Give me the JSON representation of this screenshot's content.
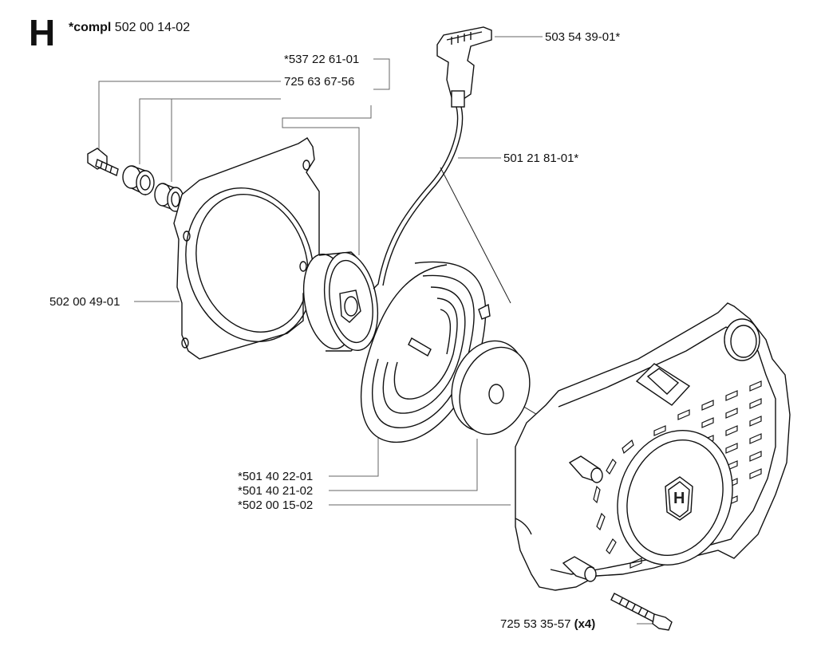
{
  "section": {
    "letter": "H",
    "compl_prefix": "*compl",
    "compl_number": "502 00 14-02"
  },
  "parts": [
    {
      "id": "p1",
      "number": "*537 22 61-01"
    },
    {
      "id": "p2",
      "number": "725 63 67-56"
    },
    {
      "id": "p3",
      "number": "503 54 39-01*"
    },
    {
      "id": "p4",
      "number": "501 21 81-01*"
    },
    {
      "id": "p5",
      "number": "502 00 49-01"
    },
    {
      "id": "p6",
      "number": "*501 40 22-01"
    },
    {
      "id": "p7",
      "number": "*501 40 21-02"
    },
    {
      "id": "p8",
      "number": "*502 00 15-02"
    },
    {
      "id": "p9",
      "number": "725 53 35-57",
      "qty": "(x4)"
    }
  ],
  "brand_mark": "H",
  "colors": {
    "line": "#111111",
    "leader": "#555555",
    "background": "#ffffff"
  }
}
